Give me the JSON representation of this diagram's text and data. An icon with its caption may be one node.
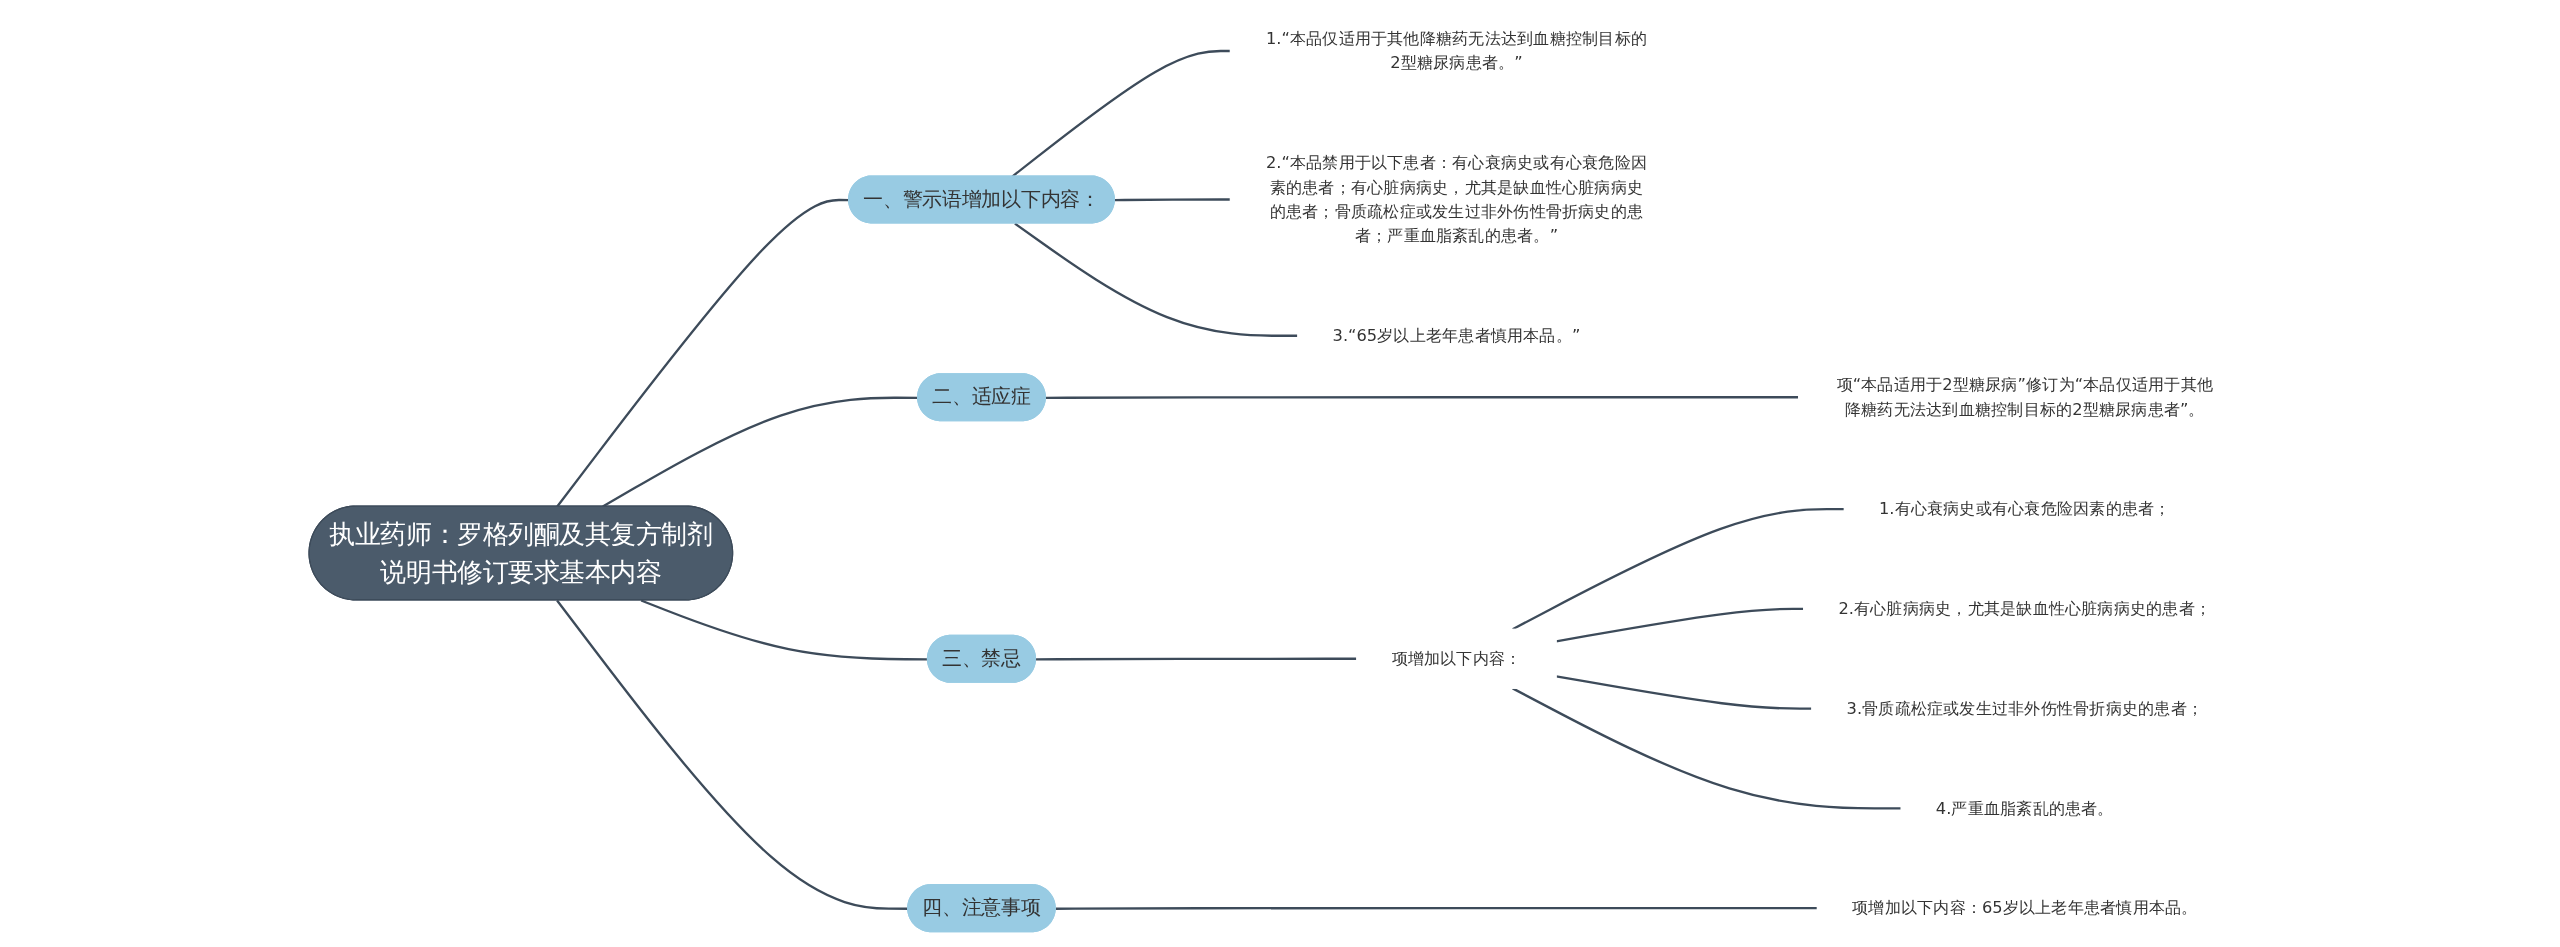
{
  "diagram": {
    "nodes": [
      {
        "text": [
          "执业药师：罗格列酮及其复方制剂说明书修订要求基本内容"
        ]
      },
      {
        "text": [
          "一、警示语增加以下内容："
        ]
      },
      {
        "text": [
          "1.“本品仅适用于其他降糖药无法达到血糖控制目标的2型糖尿病患者。”"
        ]
      },
      {
        "text": [
          "2.“本品禁用于以下患者：有心衰病史或有心衰危险因素的患者；有心脏病病史，尤其是缺血性心脏病病史的患者；骨质疏松症或发生过非外伤性骨折病史的患者；严重血脂紊乱的患者。”"
        ]
      },
      {
        "text": [
          "3.“65岁以上老年患者慎用本品。”"
        ]
      },
      {
        "text": [
          "二、适应症"
        ]
      },
      {
        "text": [
          "项“本品适用于2型糖尿病”修订为“本品仅适用于其他降糖药无法达到血糖控制目标的2型糖尿病患者”。"
        ]
      },
      {
        "text": [
          "三、禁忌"
        ]
      },
      {
        "text": [
          "项增加以下内容："
        ]
      },
      {
        "text": [
          "1.有心衰病史或有心衰危险因素的患者；"
        ]
      },
      {
        "text": [
          "2.有心脏病病史，尤其是缺血性心脏病病史的患者；"
        ]
      },
      {
        "text": [
          "3.骨质疏松症或发生过非外伤性骨折病史的患者；"
        ]
      },
      {
        "text": [
          "4.严重血脂紊乱的患者。"
        ]
      },
      {
        "text": [
          "四、注意事项"
        ]
      },
      {
        "text": [
          "项增加以下内容：65岁以上老年患者慎用本品。"
        ]
      }
    ],
    "edges": [
      {
        "from": 0,
        "to": 1,
        "arrow": "none"
      },
      {
        "from": 1,
        "to": 2,
        "arrow": "none"
      },
      {
        "from": 1,
        "to": 3,
        "arrow": "none"
      },
      {
        "from": 1,
        "to": 4,
        "arrow": "none"
      },
      {
        "from": 0,
        "to": 5,
        "arrow": "none"
      },
      {
        "from": 5,
        "to": 6,
        "arrow": "none"
      },
      {
        "from": 0,
        "to": 7,
        "arrow": "none"
      },
      {
        "from": 7,
        "to": 8,
        "arrow": "none"
      },
      {
        "from": 8,
        "to": 9,
        "arrow": "none"
      },
      {
        "from": 8,
        "to": 10,
        "arrow": "none"
      },
      {
        "from": 8,
        "to": 11,
        "arrow": "none"
      },
      {
        "from": 8,
        "to": 12,
        "arrow": "none"
      },
      {
        "from": 0,
        "to": 13,
        "arrow": "none"
      },
      {
        "from": 13,
        "to": 14,
        "arrow": "none"
      }
    ]
  }
}
